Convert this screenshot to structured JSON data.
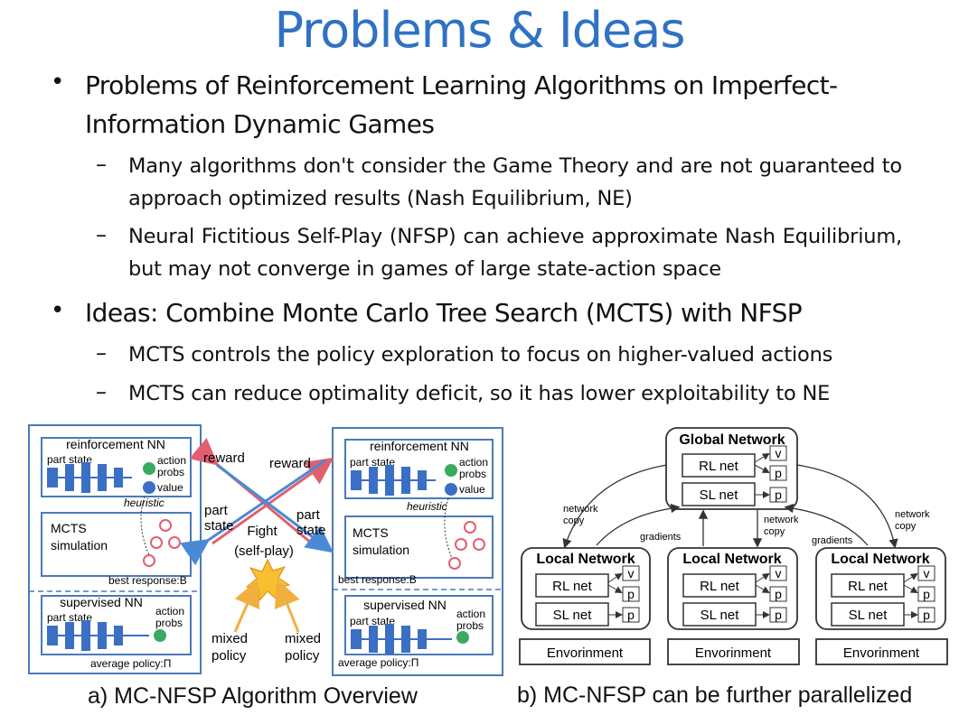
{
  "title": "Problems & Ideas",
  "bullets": [
    {
      "text": "Problems of Reinforcement Learning Algorithms on Imperfect-Information Dynamic Games",
      "subs": [
        "Many algorithms don't consider the Game Theory and are not guaranteed to approach optimized results (Nash Equilibrium, NE)",
        "Neural Fictitious Self-Play (NFSP) can achieve approximate Nash Equilibrium, but may not converge in games of large state-action space"
      ]
    },
    {
      "text": "Ideas: Combine Monte Carlo Tree Search (MCTS) with NFSP",
      "subs": [
        "MCTS controls the policy exploration to focus on higher-valued actions",
        "MCTS can reduce optimality deficit, so it has lower exploitability to NE"
      ]
    }
  ],
  "figure_a": {
    "caption": "a) MC-NFSP Algorithm Overview",
    "reinforcement_nn": "reinforcement NN",
    "part_state": "part state",
    "action": "action",
    "probs": "probs",
    "value": "value",
    "heuristic": "heuristic",
    "mcts": "MCTS",
    "simulation": "simulation",
    "best_response": "best response:B",
    "supervised_nn": "supervised NN",
    "average_policy": "average policy:Π",
    "reward": "reward",
    "part": "part",
    "state": "state",
    "fight": "Fight",
    "self_play": "(self-play)",
    "mixed": "mixed",
    "policy": "policy"
  },
  "figure_b": {
    "caption": "b) MC-NFSP can be further parallelized",
    "global_network": "Global Network",
    "local_network": "Local Network",
    "rl_net": "RL net",
    "sl_net": "SL net",
    "v": "v",
    "p": "p",
    "network": "network",
    "copy": "copy",
    "gradients": "gradients",
    "environment": "Envorinment"
  }
}
